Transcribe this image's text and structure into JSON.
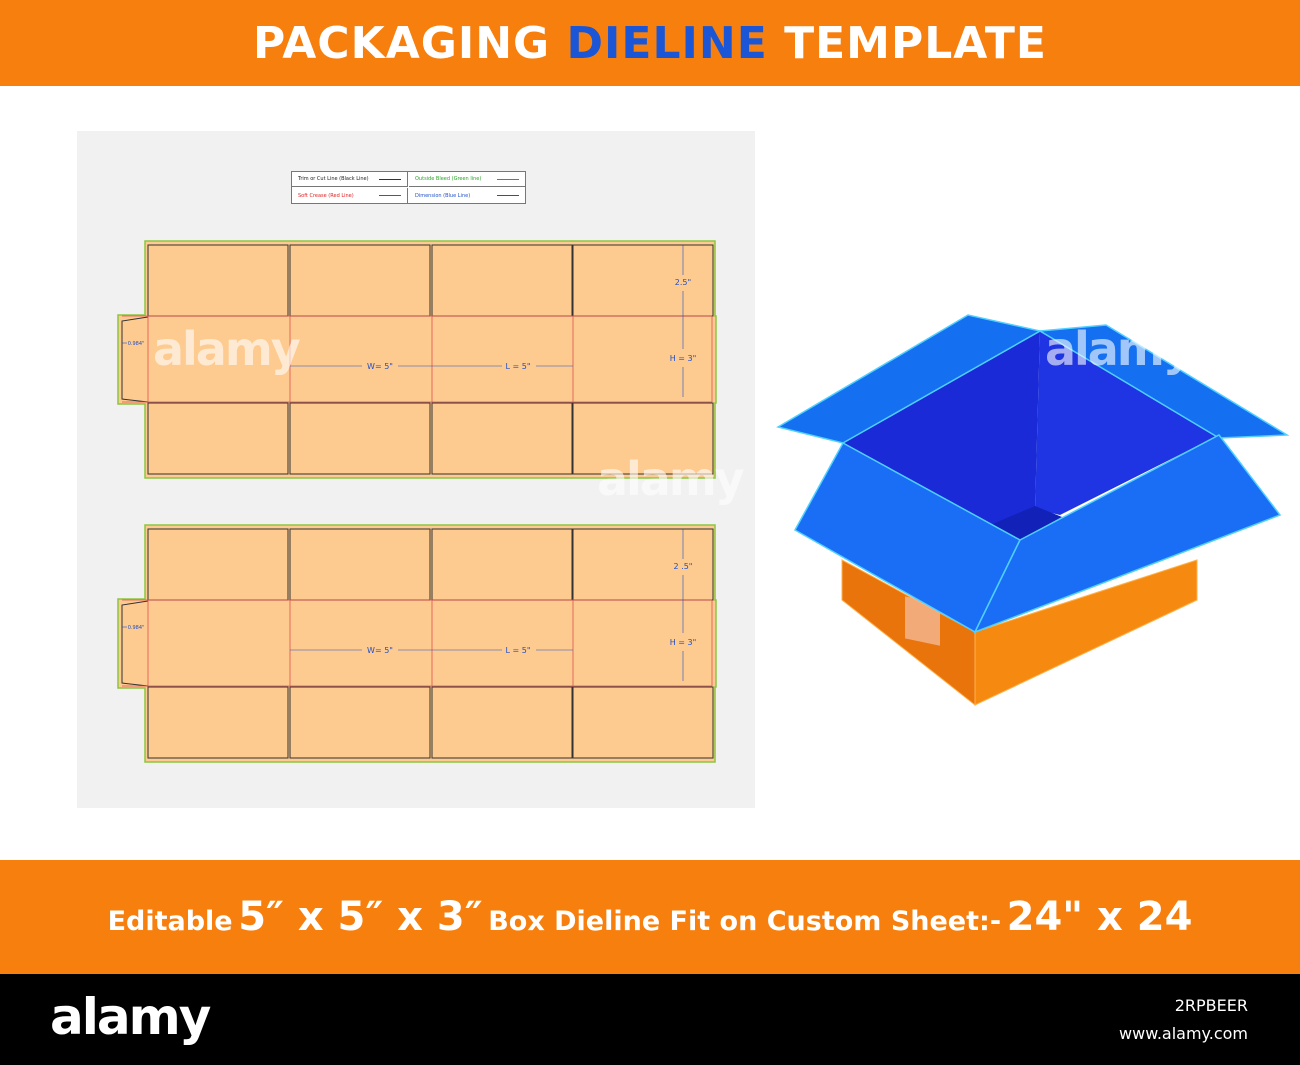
{
  "banner": {
    "title_part1": "PACKAGING",
    "title_accent": "DIELINE",
    "title_part2": "TEMPLATE"
  },
  "legend": {
    "trim": "Trim or Cut Line (Black Line)",
    "bleed": "Outside Bleed (Green line)",
    "crease": "Soft Crease (Red Line)",
    "dimension": "Dimension (Blue Line)"
  },
  "dielines": [
    {
      "bleed_label": "0.984\"",
      "width_label": "W= 5\"",
      "length_label": "L = 5\"",
      "flap_label": "2.5\"",
      "height_label": "H = 3\""
    },
    {
      "bleed_label": "0.984\"",
      "width_label": "W= 5\"",
      "length_label": "L = 5\"",
      "flap_label": "2 .5\"",
      "height_label": "H = 3\""
    }
  ],
  "bottom_banner": {
    "prefix": "Editable",
    "dims": "5″ x 5″ x 3″",
    "middle": "Box Dieline Fit on Custom Sheet:-",
    "sheet_size": "24\" x 24"
  },
  "footer": {
    "logo": "alamy",
    "image_id": "2RPBEER",
    "url": "www.alamy.com"
  },
  "watermark": "alamy",
  "colors": {
    "orange": "#f77f0e",
    "accent_blue": "#1a56d6",
    "panel": "#fdca8f",
    "box_blue": "#1470f0",
    "box_inner": "#1d2fd8",
    "box_orange": "#f68a10"
  }
}
